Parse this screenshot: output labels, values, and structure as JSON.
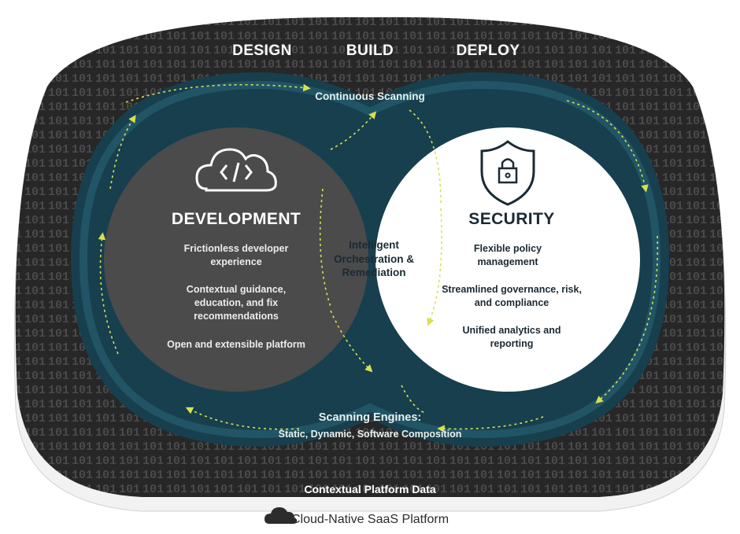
{
  "phases": {
    "design": "DESIGN",
    "build": "BUILD",
    "deploy": "DEPLOY"
  },
  "continuous_scanning": "Continuous Scanning",
  "development": {
    "title": "DEVELOPMENT",
    "items": [
      "Frictionless developer experience",
      "Contextual guidance, education, and fix recommendations",
      "Open and extensible platform"
    ]
  },
  "security": {
    "title": "SECURITY",
    "items": [
      "Flexible policy management",
      "Streamlined governance, risk, and compliance",
      "Unified analytics and reporting"
    ]
  },
  "center": "Intelligent Orchestration & Remediation",
  "scanning_engines": {
    "title": "Scanning Engines:",
    "subtitle": "Static, Dynamic, Software Composition"
  },
  "contextual_data": "Contextual Platform Data",
  "platform": "Cloud-Native SaaS Platform",
  "colors": {
    "outer": "#2b2b2b",
    "ring": "#173f4e",
    "development": "#4b4b4b",
    "security": "#ffffff",
    "accent": "#d9e04f",
    "teal_arrow": "#8fd1c8"
  },
  "icons": {
    "development": "cloud-code-icon",
    "security": "shield-lock-icon",
    "platform": "cloud-icon"
  }
}
